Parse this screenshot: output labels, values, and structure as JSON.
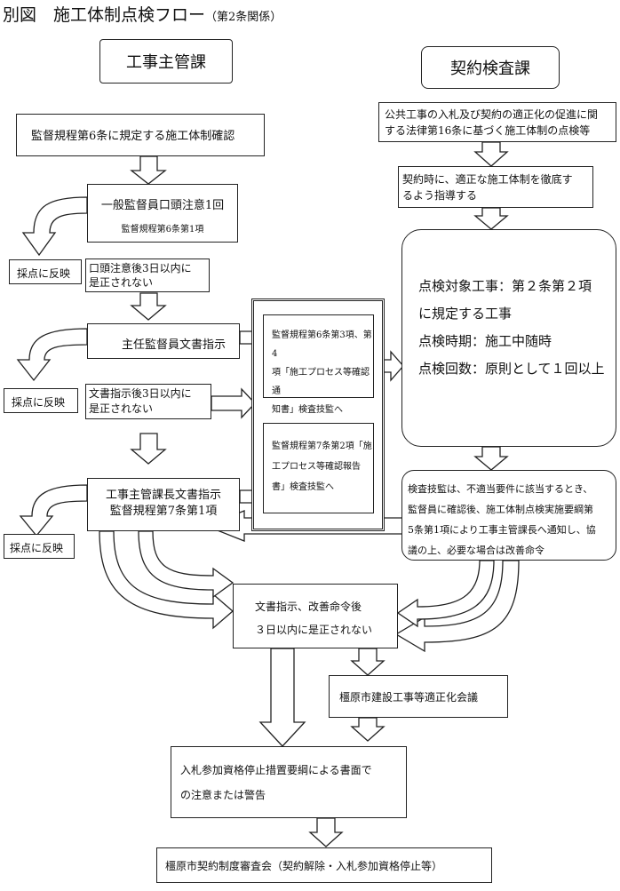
{
  "title": {
    "main": "別図　施工体制点検フロー",
    "sub": "（第2条関係）"
  },
  "headers": {
    "left": "工事主管課",
    "right": "契約検査課"
  },
  "left_flow": {
    "confirm": "監督規程第6条に規定する施工体制確認",
    "step1_line1": "一般監督員口頭注意1回",
    "step1_line2": "監督規程第6条第1項",
    "step2": "主任監督員文書指示",
    "step3_line1": "工事主管課長文書指示",
    "step3_line2": "監督規程第7条第1項",
    "cond1_line1": "口頭注意後3日以内に",
    "cond1_line2": "是正されない",
    "cond2_line1": "文書指示後3日以内に",
    "cond2_line2": "是正されない",
    "score1": "採点に反映",
    "score2": "採点に反映",
    "score3": "採点に反映"
  },
  "middle": {
    "box1_line1": "監督規程第6条第3項、第4",
    "box1_line2": "項「施工プロセス等確認通",
    "box1_line3": "知書」検査技監へ",
    "box2_line1": "監督規程第7条第2項「施",
    "box2_line2": "工プロセス等確認報告",
    "box2_line3": "書」検査技監へ"
  },
  "right_flow": {
    "law_line1": "公共工事の入札及び契約の適正化の促進に関",
    "law_line2": "する法律第16条に基づく施工体制の点検等",
    "guide_line1": "契約時に、適正な施工体制を徹底す",
    "guide_line2": "るよう指導する",
    "inspect_line1": "点検対象工事：第２条第２項",
    "inspect_line2": "に規定する工事",
    "inspect_line3": "点検時期：施工中随時",
    "inspect_line4": "点検回数：原則として１回以上",
    "chief_line1": "検査技監は、不適当要件に該当するとき、",
    "chief_line2": "監督員に確認後、施工体制点検実施要綱第",
    "chief_line3": "5条第1項により工事主管課長へ通知し、協",
    "chief_line4": "議の上、必要な場合は改善命令"
  },
  "bottom": {
    "order_line1": "文書指示、改善命令後",
    "order_line2": "３日以内に是正されない",
    "council": "橿原市建設工事等適正化会議",
    "warn_line1": "入札参加資格停止措置要綱による書面で",
    "warn_line2": "の注意または警告",
    "final": "橿原市契約制度審査会（契約解除・入札参加資格停止等）"
  }
}
